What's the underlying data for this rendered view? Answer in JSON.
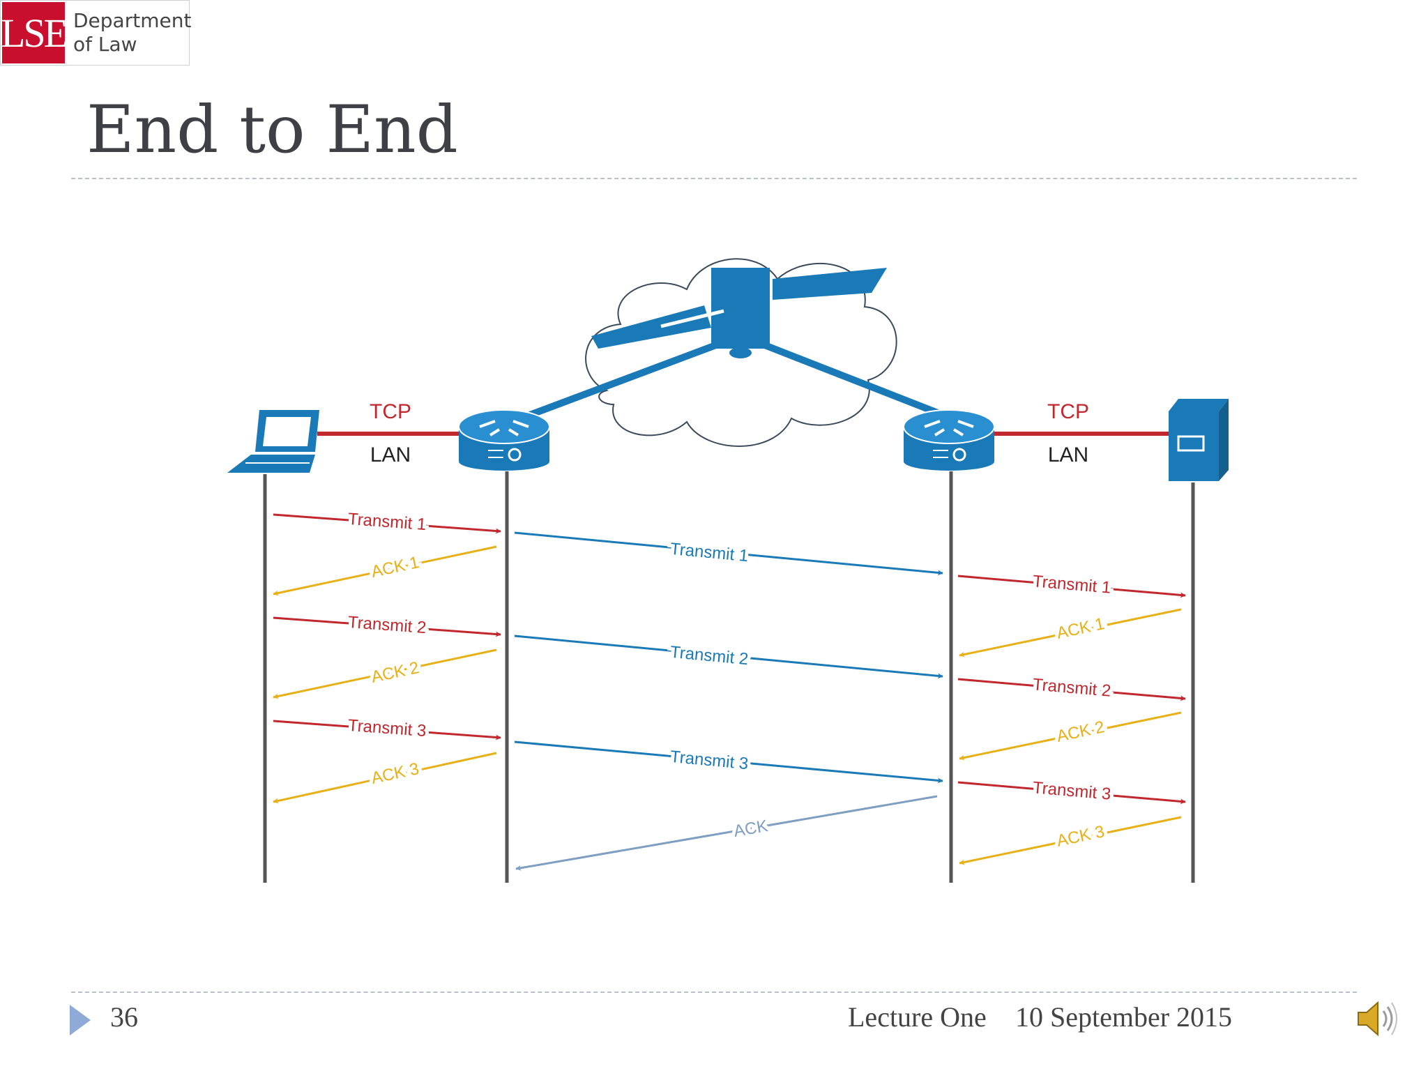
{
  "header": {
    "logo_mark": "LSE",
    "logo_line1": "Department",
    "logo_line2": "of Law"
  },
  "title": "End to End",
  "diagram": {
    "left_link": {
      "top": "TCP",
      "bottom": "LAN"
    },
    "right_link": {
      "top": "TCP",
      "bottom": "LAN"
    },
    "left_messages": [
      "Transmit 1",
      "ACK 1",
      "Transmit 2",
      "ACK 2",
      "Transmit 3",
      "ACK 3"
    ],
    "middle_messages": [
      "Transmit 1",
      "Transmit 2",
      "Transmit 3",
      "ACK"
    ],
    "right_messages": [
      "Transmit 1",
      "ACK 1",
      "Transmit 2",
      "ACK 2",
      "Transmit 3",
      "ACK 3"
    ],
    "colors": {
      "transmit": "#c1272d",
      "ack": "#e8b017",
      "wan": "#1a7ab8",
      "wan_ack": "#7e9ec2",
      "device": "#1a7ab8",
      "timeline": "#555555"
    }
  },
  "footer": {
    "slide_number": "36",
    "lecture": "Lecture One",
    "date": "10 September 2015",
    "icons": [
      "triangle-bullet-icon",
      "speaker-icon"
    ]
  }
}
